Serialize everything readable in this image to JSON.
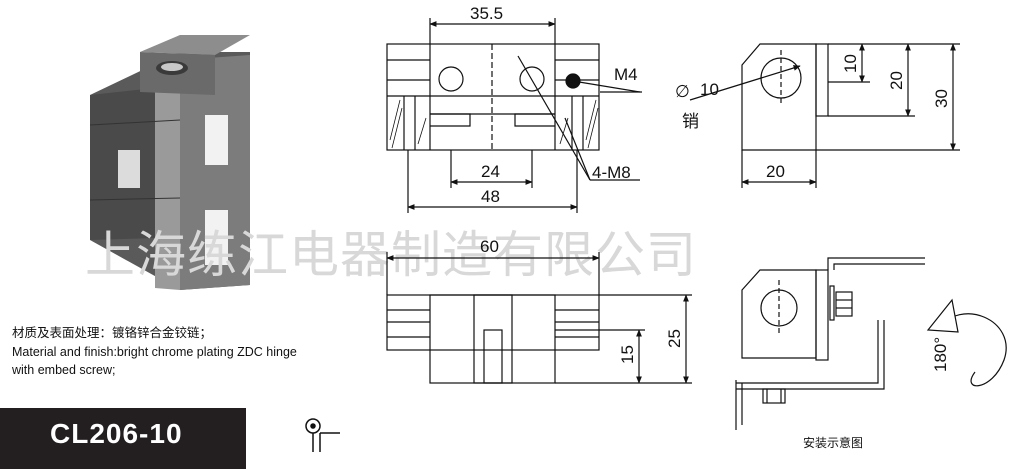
{
  "watermark": "上海练江电器制造有限公司",
  "front_view": {
    "dim_top": "35.5",
    "dim_thread": "M4",
    "dim_inner": "24",
    "dim_total": "48",
    "dim_screws": "4-M8"
  },
  "side_view": {
    "dim_diameter": "10",
    "pin_label": "销",
    "dim_10": "10",
    "dim_20": "20",
    "dim_30": "30",
    "dim_width": "20"
  },
  "top_view": {
    "dim_length": "60",
    "dim_15": "15",
    "dim_25": "25"
  },
  "rotation_label": "180°",
  "material_cn": "材质及表面处理：镀铬锌合金铰链；",
  "material_en_line1": "Material and finish:bright chrome plating ZDC hinge",
  "material_en_line2": "with embed screw;",
  "model": "CL206-10",
  "install_caption": "安装示意图",
  "colors": {
    "model_bar": "#231f20",
    "line": "#111111",
    "watermark": "#d8d8d8",
    "product_dark": "#4a4a4a",
    "product_light": "#8a8a8a"
  }
}
